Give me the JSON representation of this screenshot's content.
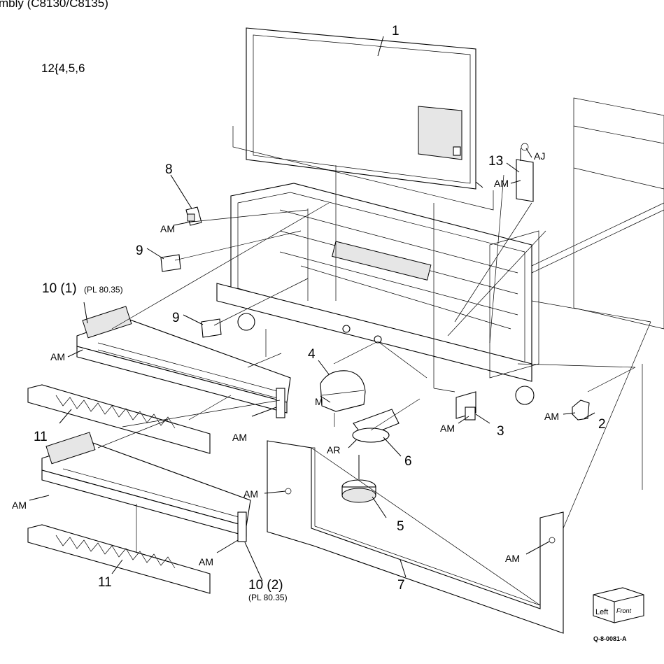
{
  "header": {
    "title_fragment": "mbly (C8130/C8135)",
    "variant_note": "12{4,5,6"
  },
  "callouts": {
    "p1": "1",
    "p2": "2",
    "p3": "3",
    "p4": "4",
    "p5": "5",
    "p6": "6",
    "p7": "7",
    "p8": "8",
    "p9a": "9",
    "p9b": "9",
    "p10a": "10 (1)",
    "p10a_ref": "(PL 80.35)",
    "p10b": "10 (2)",
    "p10b_ref": "(PL 80.35)",
    "p11a": "11",
    "p11b": "11",
    "p13": "13"
  },
  "codes": {
    "aj": "AJ",
    "am_13": "AM",
    "am_8": "AM",
    "am_10a_left": "AM",
    "am_10a_right": "AM",
    "am_10b_left": "AM",
    "am_10b_right": "AM",
    "am_7_left": "AM",
    "am_7_right": "AM",
    "am_3": "AM",
    "am_2": "AM",
    "m": "M",
    "ar": "AR"
  },
  "orientation_cube": {
    "left": "Left",
    "front": "Front"
  },
  "figure_id": "Q-8-0081-A"
}
